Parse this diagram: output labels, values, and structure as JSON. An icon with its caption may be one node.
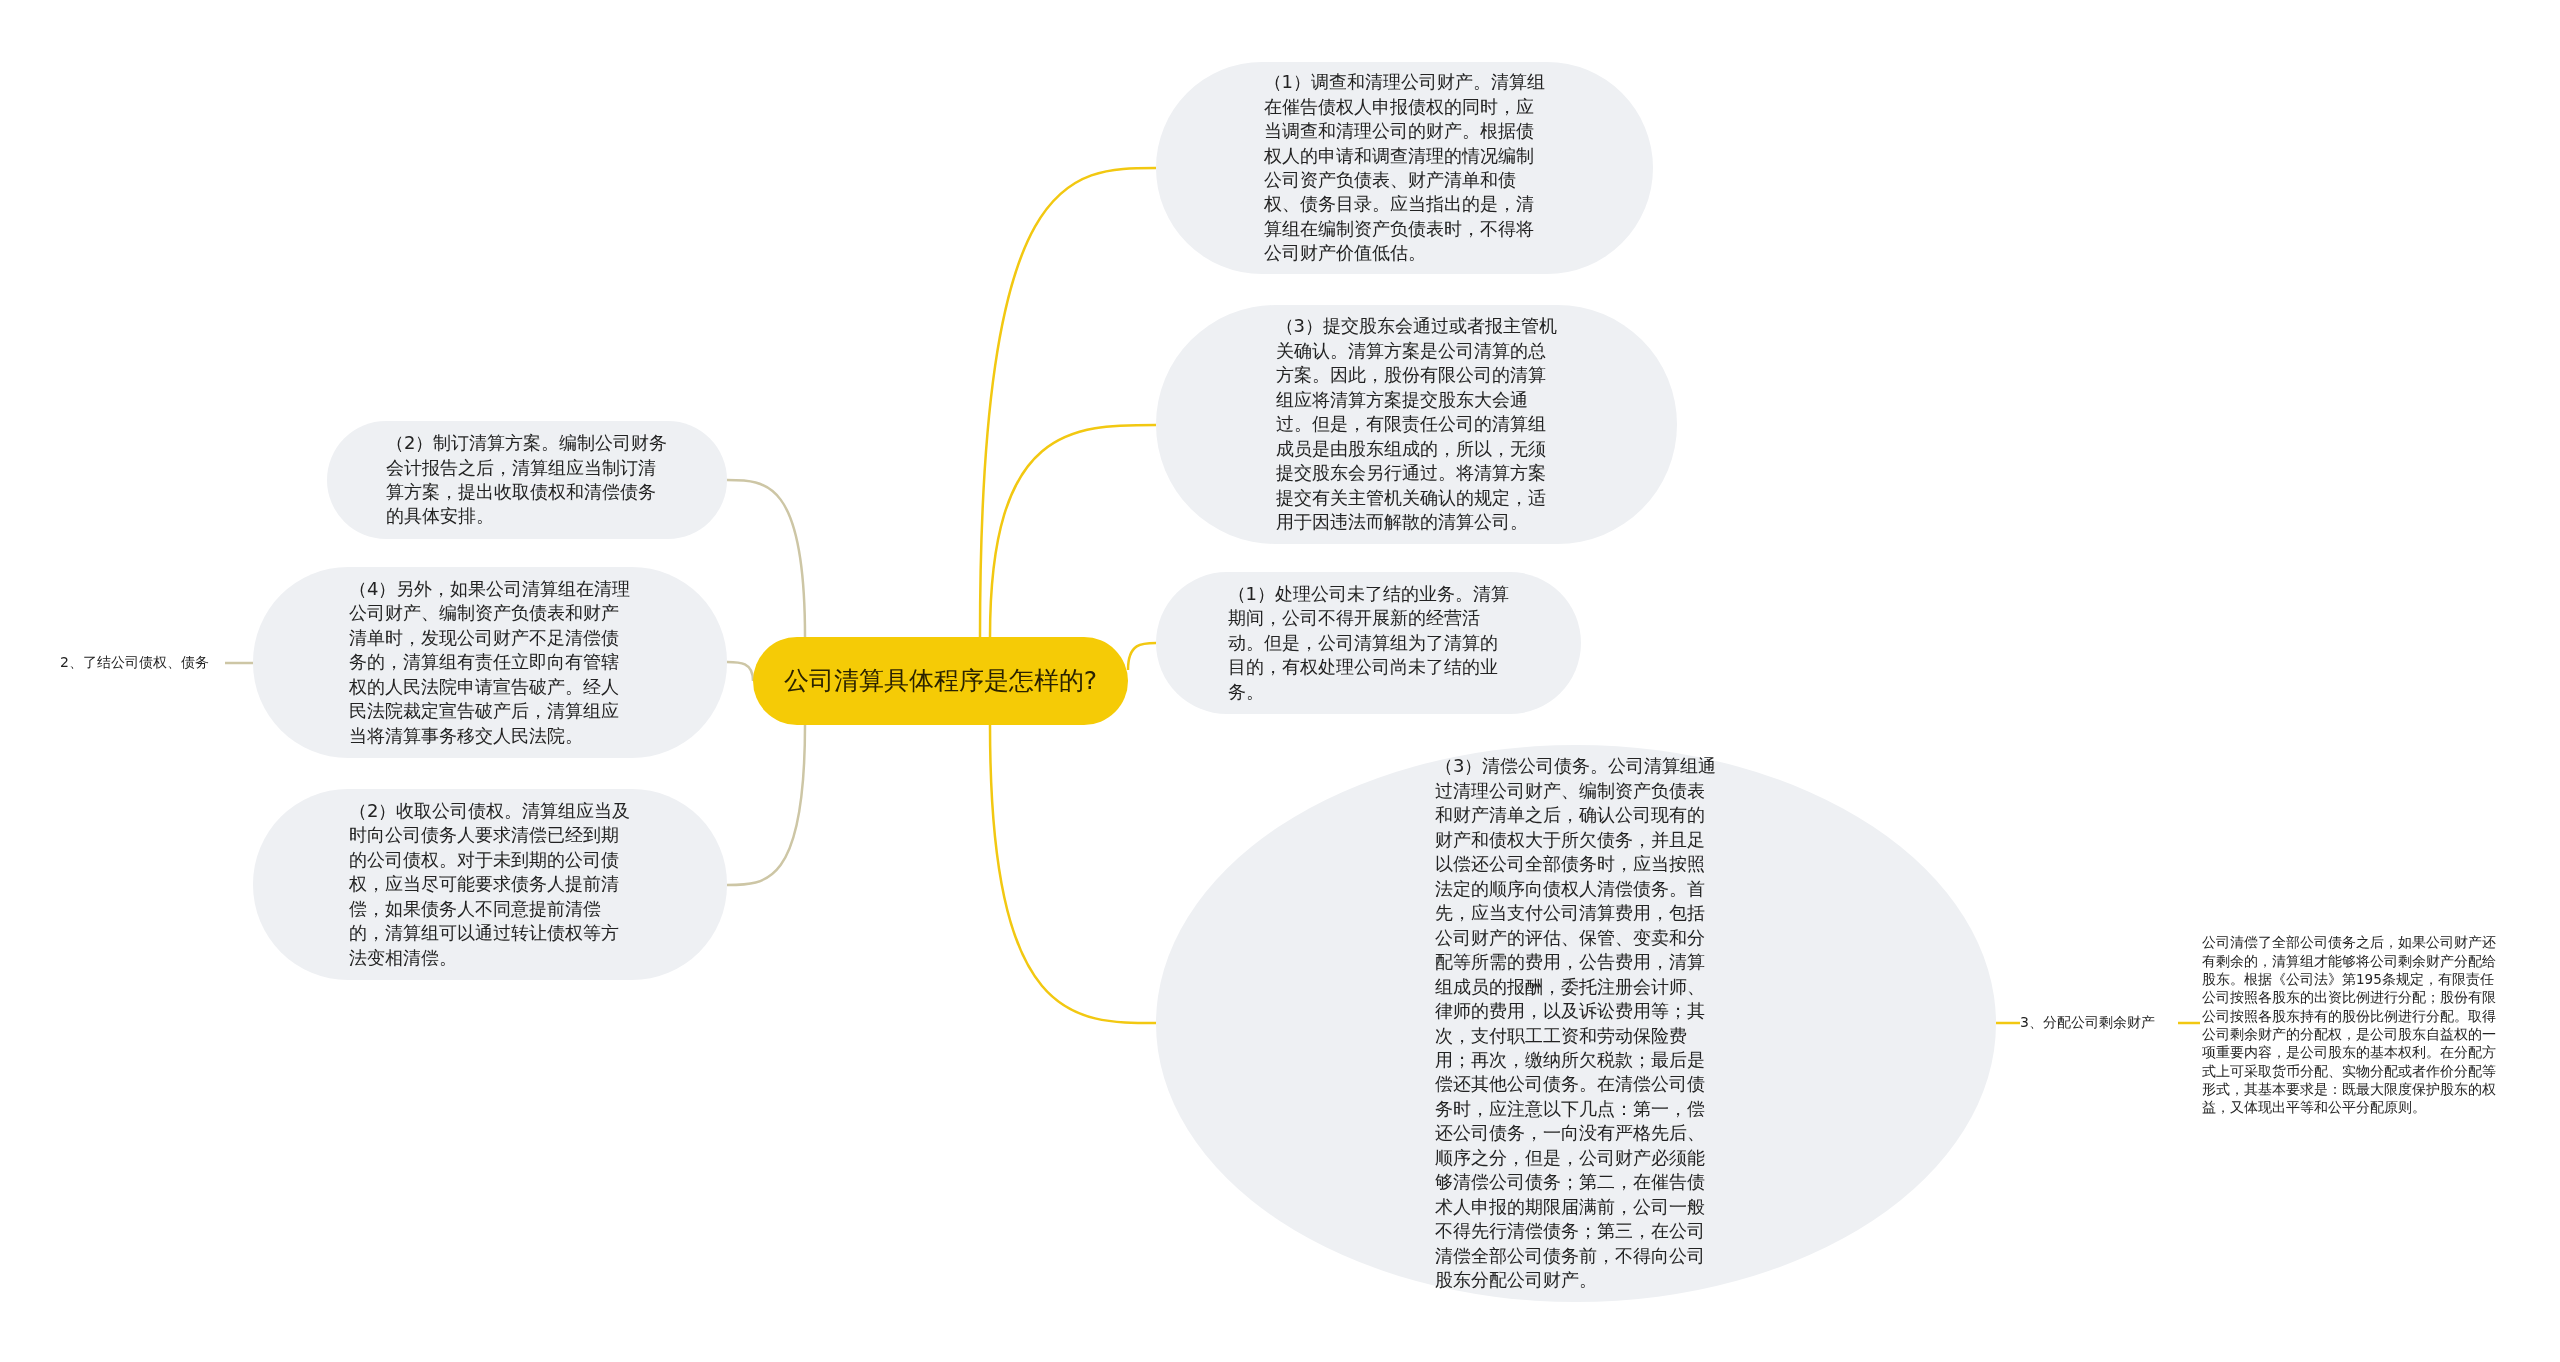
{
  "diagram": {
    "nodes": [
      {
        "text": [
          "公司清算具体程序是怎样的?"
        ]
      },
      {
        "text": [
          "（1）调查和清理公司财产。清算组在催告债权人申报债权的同时，应当调查和清理公司的财产。根据债权人的申请和调查清理的情况编制公司资产负债表、财产清单和债权、债务目录。应当指出的是，清算组在编制资产负债表时，不得将公司财产价值低估。"
        ]
      },
      {
        "text": [
          "（3）提交股东会通过或者报主管机关确认。清算方案是公司清算的总方案。因此，股份有限公司的清算组应将清算方案提交股东大会通过。但是，有限责任公司的清算组成员是由股东组成的，所以，无须提交股东会另行通过。将清算方案提交有关主管机关确认的规定，适用于因违法而解散的清算公司。"
        ]
      },
      {
        "text": [
          "（1）处理公司未了结的业务。清算期间，公司不得开展新的经营活动。但是，公司清算组为了清算的目的，有权处理公司尚未了结的业务。"
        ]
      },
      {
        "text": [
          "（3）清偿公司债务。公司清算组通过清理公司财产、编制资产负债表和财产清单之后，确认公司现有的财产和债权大于所欠债务，并且足以偿还公司全部债务时，应当按照法定的顺序向债权人清偿债务。首先，应当支付公司清算费用，包括公司财产的评估、保管、变卖和分配等所需的费用，公告费用，清算组成员的报酬，委托注册会计师、律师的费用，以及诉讼费用等；其次，支付职工工资和劳动保险费用；再次，缴纳所欠税款；最后是偿还其他公司债务。在清偿公司债务时，应注意以下几点：第一，偿还公司债务，一向没有严格先后、顺序之分，但是，公司财产必须能够清偿公司债务；第二，在催告债术人申报的期限届满前，公司一般不得先行清偿债务；第三，在公司清偿全部公司债务前，不得向公司股东分配公司财产。"
        ]
      },
      {
        "text": [
          "3、分配公司剩余财产"
        ]
      },
      {
        "text": [
          "公司清偿了全部公司债务之后，如果公司财产还有剩余的，清算组才能够将公司剩余财产分配给股东。根据《公司法》第195条规定，有限责任公司按照各股东的出资比例进行分配；股份有限公司按照各股东持有的股份比例进行分配。取得公司剩余财产的分配权，是公司股东自益权的一项重要内容，是公司股东的基本权利。在分配方式上可采取货币分配、实物分配或者作价分配等形式，其基本要求是：既最大限度保护股东的权益，又体现出平等和公平分配原则。"
        ]
      },
      {
        "text": [
          "（2）制订清算方案。编制公司财务会计报告之后，清算组应当制订清算方案，提出收取债权和清偿债务的具体安排。"
        ]
      },
      {
        "text": [
          "（4）另外，如果公司清算组在清理公司财产、编制资产负债表和财产清单时，发现公司财产不足清偿债务的，清算组有责任立即向有管辖权的人民法院申请宣告破产。经人民法院裁定宣告破产后，清算组应当将清算事务移交人民法院。"
        ]
      },
      {
        "text": [
          "2、了结公司债权、债务"
        ]
      },
      {
        "text": [
          "（2）收取公司债权。清算组应当及时向公司债务人要求清偿已经到期的公司债权。对于未到期的公司债权，应当尽可能要求债务人提前清偿，如果债务人不同意提前清偿的，清算组可以通过转让债权等方法变相清偿。"
        ]
      }
    ],
    "edges": [
      {
        "from": 0,
        "to": 1,
        "arrow": "none"
      },
      {
        "from": 0,
        "to": 2,
        "arrow": "none"
      },
      {
        "from": 0,
        "to": 3,
        "arrow": "none"
      },
      {
        "from": 0,
        "to": 4,
        "arrow": "none"
      },
      {
        "from": 4,
        "to": 5,
        "arrow": "none"
      },
      {
        "from": 5,
        "to": 6,
        "arrow": "none"
      },
      {
        "from": 0,
        "to": 7,
        "arrow": "none",
        "color": "#cdc6a5"
      },
      {
        "from": 0,
        "to": 8,
        "arrow": "none",
        "color": "#cdc6a5"
      },
      {
        "from": 0,
        "to": 10,
        "arrow": "none",
        "color": "#cdc6a5"
      },
      {
        "from": 8,
        "to": 9,
        "arrow": "none",
        "color": "#cdc6a5"
      }
    ]
  }
}
